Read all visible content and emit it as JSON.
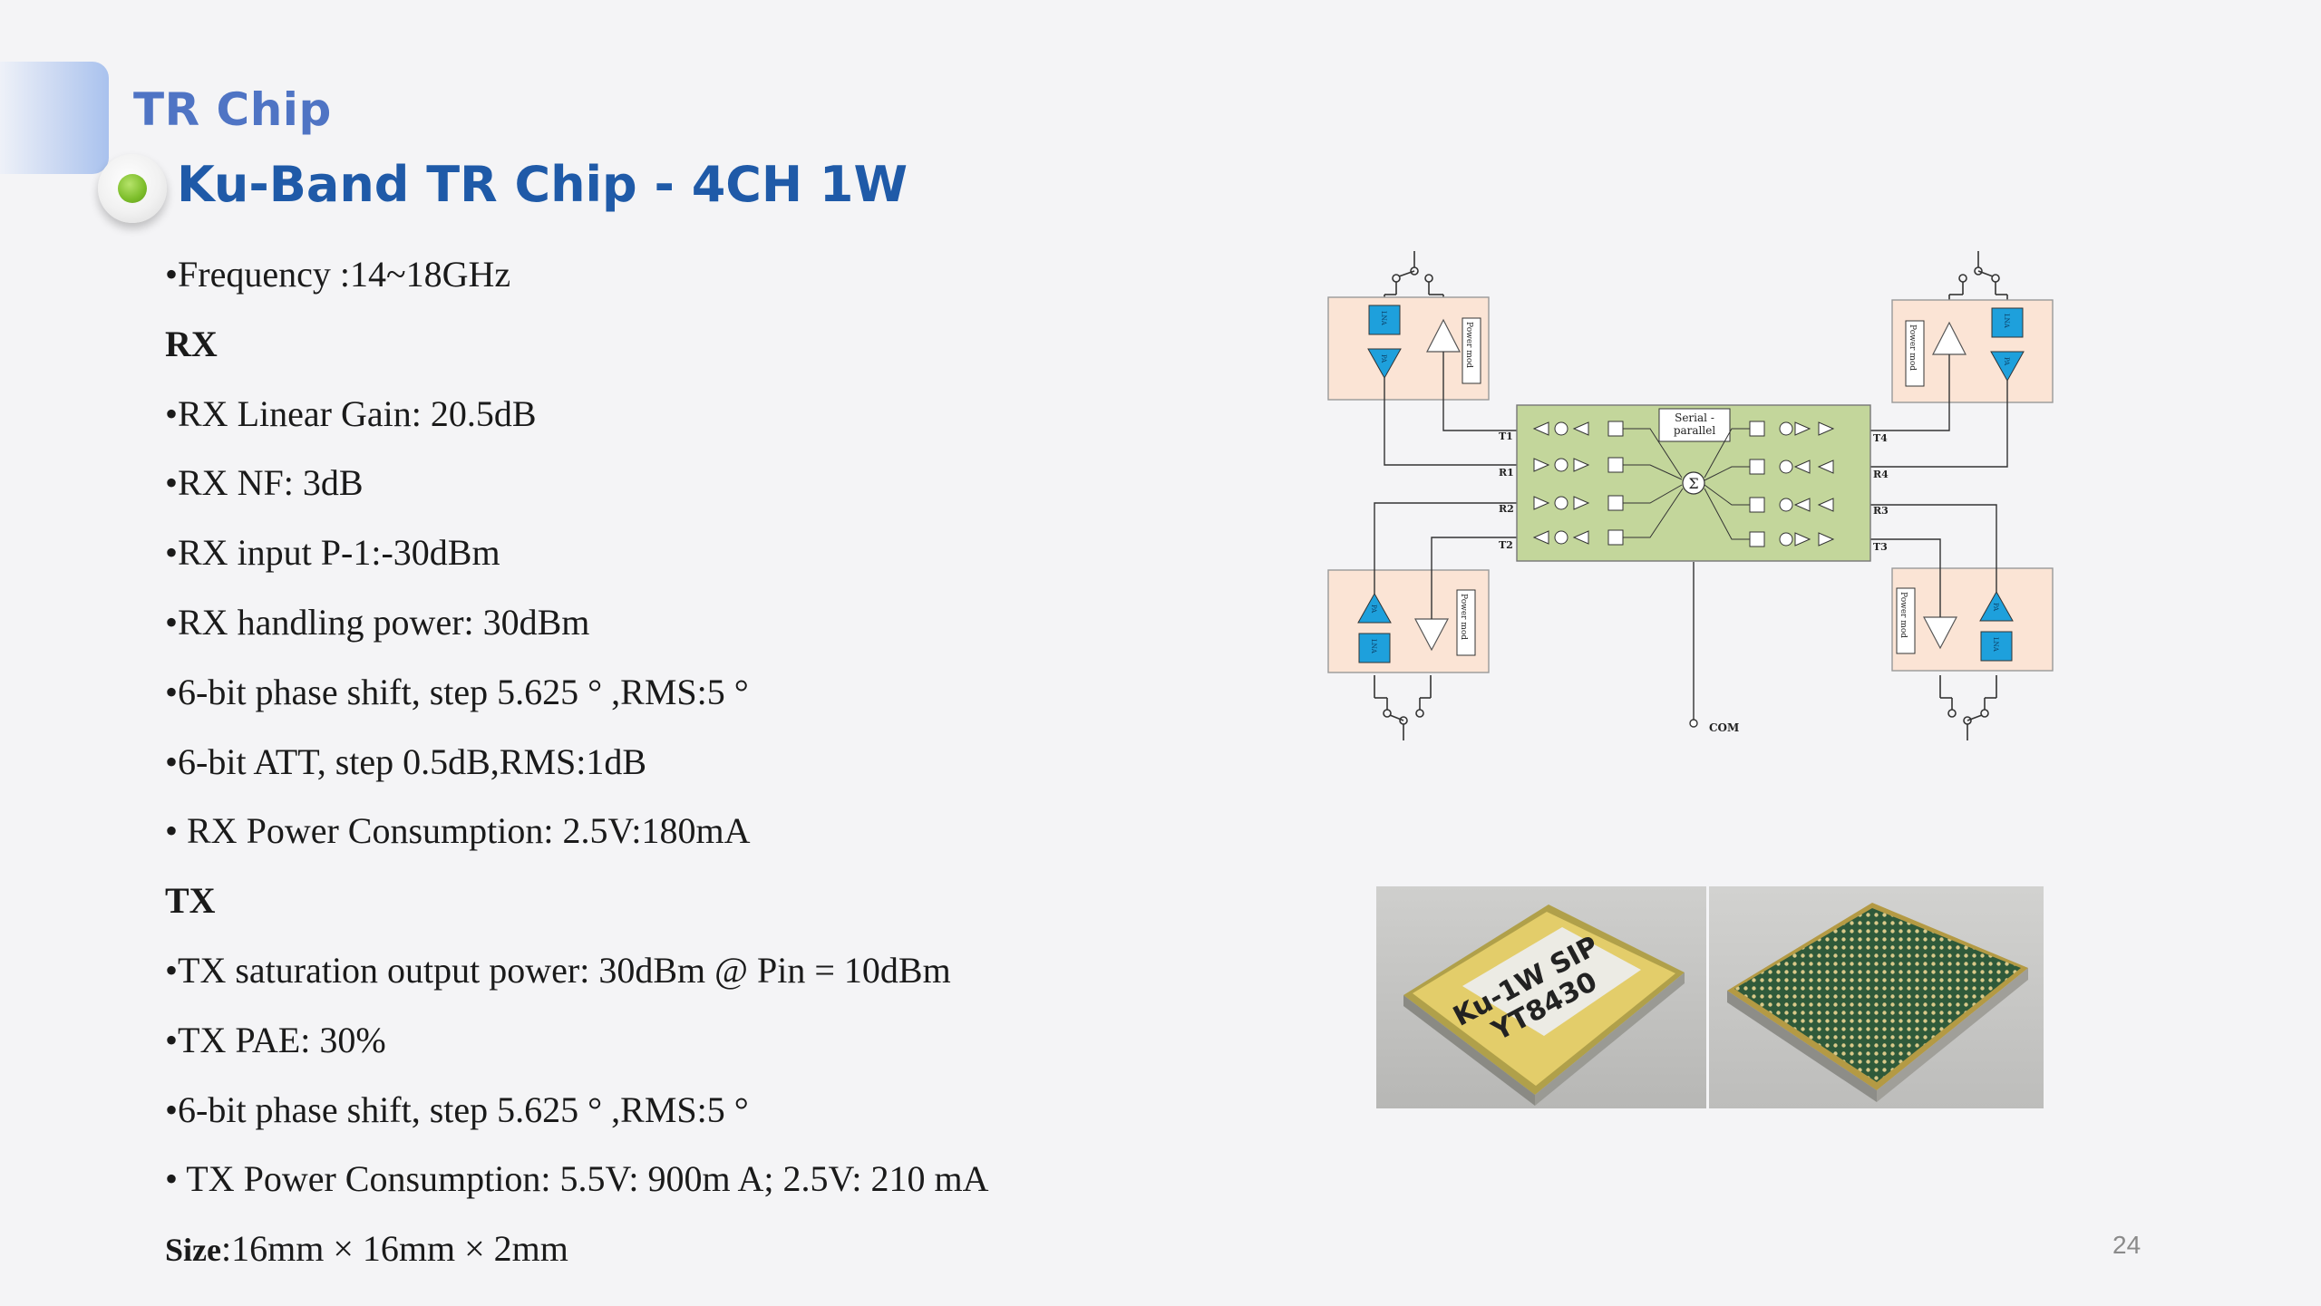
{
  "header": {
    "section_title": "TR Chip",
    "slide_title": "Ku-Band TR Chip - 4CH 1W"
  },
  "specs": [
    {
      "text": "•Frequency :14~18GHz",
      "bold": false
    },
    {
      "text": "RX",
      "bold": true
    },
    {
      "text": "•RX Linear Gain: 20.5dB",
      "bold": false
    },
    {
      "text": "•RX NF: 3dB",
      "bold": false
    },
    {
      "text": "•RX input P-1:-30dBm",
      "bold": false
    },
    {
      "text": "•RX handling power: 30dBm",
      "bold": false
    },
    {
      "text": "•6-bit phase shift, step 5.625 ° ,RMS:5 °",
      "bold": false
    },
    {
      "text": "•6-bit ATT, step 0.5dB,RMS:1dB",
      "bold": false
    },
    {
      "text": "• RX Power Consumption:  2.5V:180mA",
      "bold": false
    },
    {
      "text": "TX",
      "bold": true
    },
    {
      "text": "•TX saturation output power: 30dBm @ Pin = 10dBm",
      "bold": false
    },
    {
      "text": "•TX PAE: 30%",
      "bold": false
    },
    {
      "text": "•6-bit phase shift, step 5.625 ° ,RMS:5 °",
      "bold": false
    },
    {
      "text": "• TX Power Consumption:  5.5V: 900m A;    2.5V: 210 mA",
      "bold": false
    }
  ],
  "size": {
    "label": "Size",
    "value": ":16mm × 16mm × 2mm"
  },
  "diagram": {
    "serial_label_line1": "Serial -",
    "serial_label_line2": "parallel",
    "sum_symbol": "Σ",
    "com_label": "COM",
    "ports_left": [
      "T1",
      "R1",
      "R2",
      "T2"
    ],
    "ports_right": [
      "T4",
      "R4",
      "R3",
      "T3"
    ],
    "power_mod_label": "Power mod",
    "lna_label": "LNA",
    "pa_label": "PA",
    "colors": {
      "core_fill": "#c3d69b",
      "module_fill": "#fbe4d5",
      "amp_fill": "#1ea0dc"
    }
  },
  "photo_chip_marking": "Ku-1W SIP\nYT8430",
  "page_number": "24"
}
